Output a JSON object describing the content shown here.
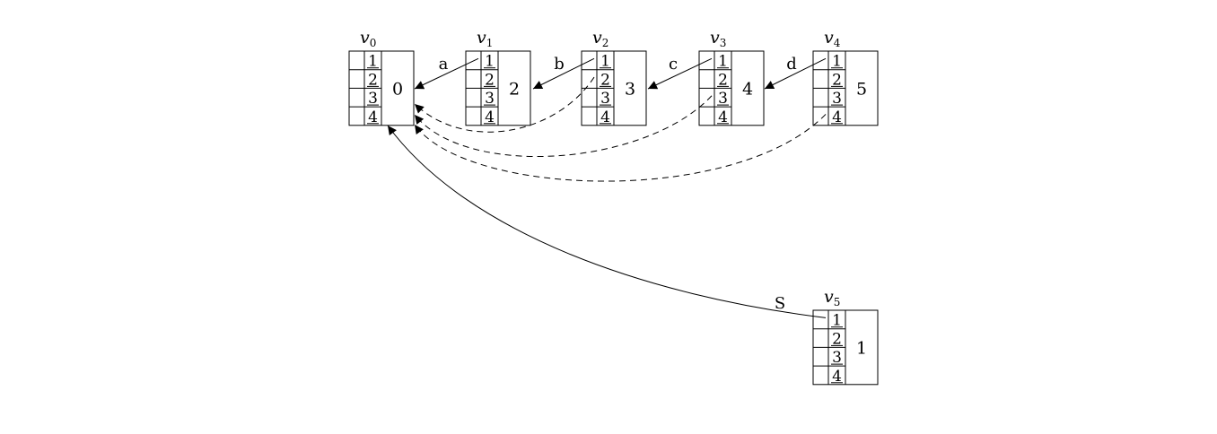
{
  "diagram": {
    "nodes": [
      {
        "id": "v0",
        "name": "v",
        "sub": "0",
        "value": "0",
        "slots": [
          "1",
          "2",
          "3",
          "4"
        ]
      },
      {
        "id": "v1",
        "name": "v",
        "sub": "1",
        "value": "2",
        "slots": [
          "1",
          "2",
          "3",
          "4"
        ]
      },
      {
        "id": "v2",
        "name": "v",
        "sub": "2",
        "value": "3",
        "slots": [
          "1",
          "2",
          "3",
          "4"
        ]
      },
      {
        "id": "v3",
        "name": "v",
        "sub": "3",
        "value": "4",
        "slots": [
          "1",
          "2",
          "3",
          "4"
        ]
      },
      {
        "id": "v4",
        "name": "v",
        "sub": "4",
        "value": "5",
        "slots": [
          "1",
          "2",
          "3",
          "4"
        ]
      },
      {
        "id": "v5",
        "name": "v",
        "sub": "5",
        "value": "1",
        "slots": [
          "1",
          "2",
          "3",
          "4"
        ]
      }
    ],
    "edges": [
      {
        "from": "v1",
        "from_slot": 1,
        "to": "v0",
        "label": "a",
        "style": "solid"
      },
      {
        "from": "v2",
        "from_slot": 1,
        "to": "v1",
        "label": "b",
        "style": "solid"
      },
      {
        "from": "v3",
        "from_slot": 1,
        "to": "v2",
        "label": "c",
        "style": "solid"
      },
      {
        "from": "v4",
        "from_slot": 1,
        "to": "v3",
        "label": "d",
        "style": "solid"
      },
      {
        "from": "v2",
        "from_slot": 2,
        "to": "v0",
        "label": "",
        "style": "dashed"
      },
      {
        "from": "v3",
        "from_slot": 3,
        "to": "v0",
        "label": "",
        "style": "dashed"
      },
      {
        "from": "v4",
        "from_slot": 4,
        "to": "v0",
        "label": "",
        "style": "dashed"
      },
      {
        "from": "v5",
        "from_slot": 1,
        "to": "v0",
        "label": "S",
        "style": "solid"
      }
    ]
  }
}
